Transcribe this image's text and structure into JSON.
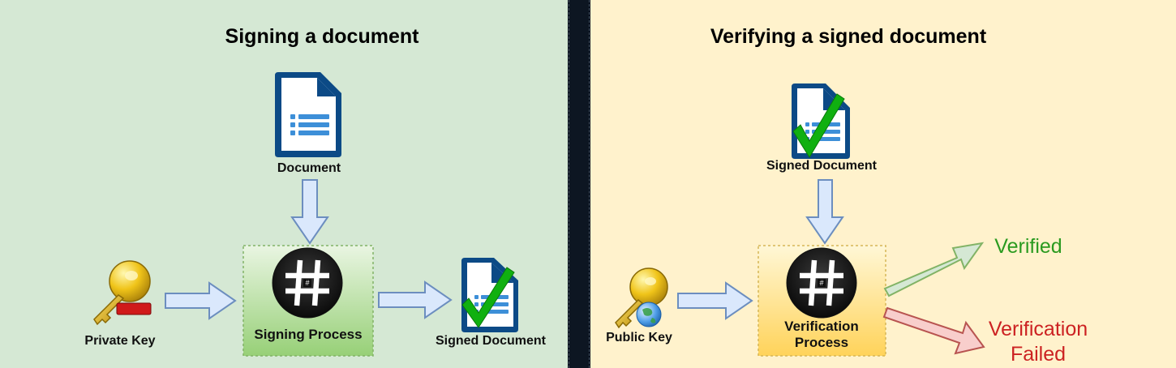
{
  "signing": {
    "title": "Signing a document",
    "document_label": "Document",
    "key_label": "Private Key",
    "process_label": "Signing Process",
    "output_label": "Signed Document"
  },
  "verifying": {
    "title": "Verifying a signed document",
    "document_label": "Signed Document",
    "key_label": "Public Key",
    "process_label_line1": "Verification",
    "process_label_line2": "Process",
    "verified_label": "Verified",
    "failed_label_line1": "Verification",
    "failed_label_line2": "Failed"
  },
  "colors": {
    "left_background": "#d5e8d4",
    "right_background": "#fff2cc",
    "verified": "#2a9a1f",
    "failed": "#cc2222",
    "flow_arrow": "#dae8fc"
  },
  "icons": [
    "document-icon",
    "signed-document-icon",
    "key-icon",
    "hash-icon",
    "checkmark-icon",
    "globe-icon"
  ]
}
